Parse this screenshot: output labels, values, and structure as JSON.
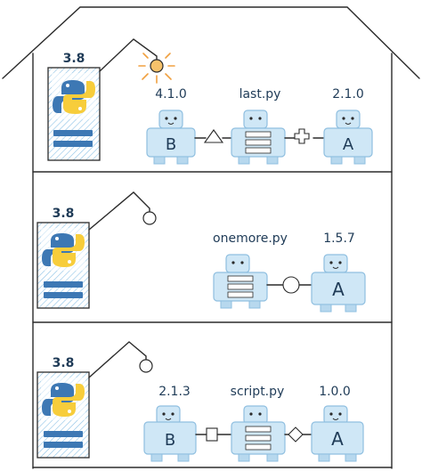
{
  "floors": [
    {
      "python_version": "3.8",
      "lamp_on": true,
      "app": {
        "name": "last.py"
      },
      "left_lib": {
        "letter": "B",
        "version": "4.1.0"
      },
      "right_lib": {
        "letter": "A",
        "version": "2.1.0"
      },
      "left_connector": "triangle",
      "right_connector": "cross"
    },
    {
      "python_version": "3.8",
      "lamp_on": false,
      "app": {
        "name": "onemore.py"
      },
      "right_lib": {
        "letter": "A",
        "version": "1.5.7"
      },
      "right_connector": "circle"
    },
    {
      "python_version": "3.8",
      "lamp_on": false,
      "app": {
        "name": "script.py"
      },
      "left_lib": {
        "letter": "B",
        "version": "2.1.3"
      },
      "right_lib": {
        "letter": "A",
        "version": "1.0.0"
      },
      "left_connector": "square",
      "right_connector": "diamond"
    }
  ],
  "colors": {
    "python_blue": "#3d78b4",
    "python_yellow": "#f7cd3b",
    "robot": "#cfe7f6",
    "lamp_on": "#f6c26b",
    "rays": "#f0a040"
  }
}
